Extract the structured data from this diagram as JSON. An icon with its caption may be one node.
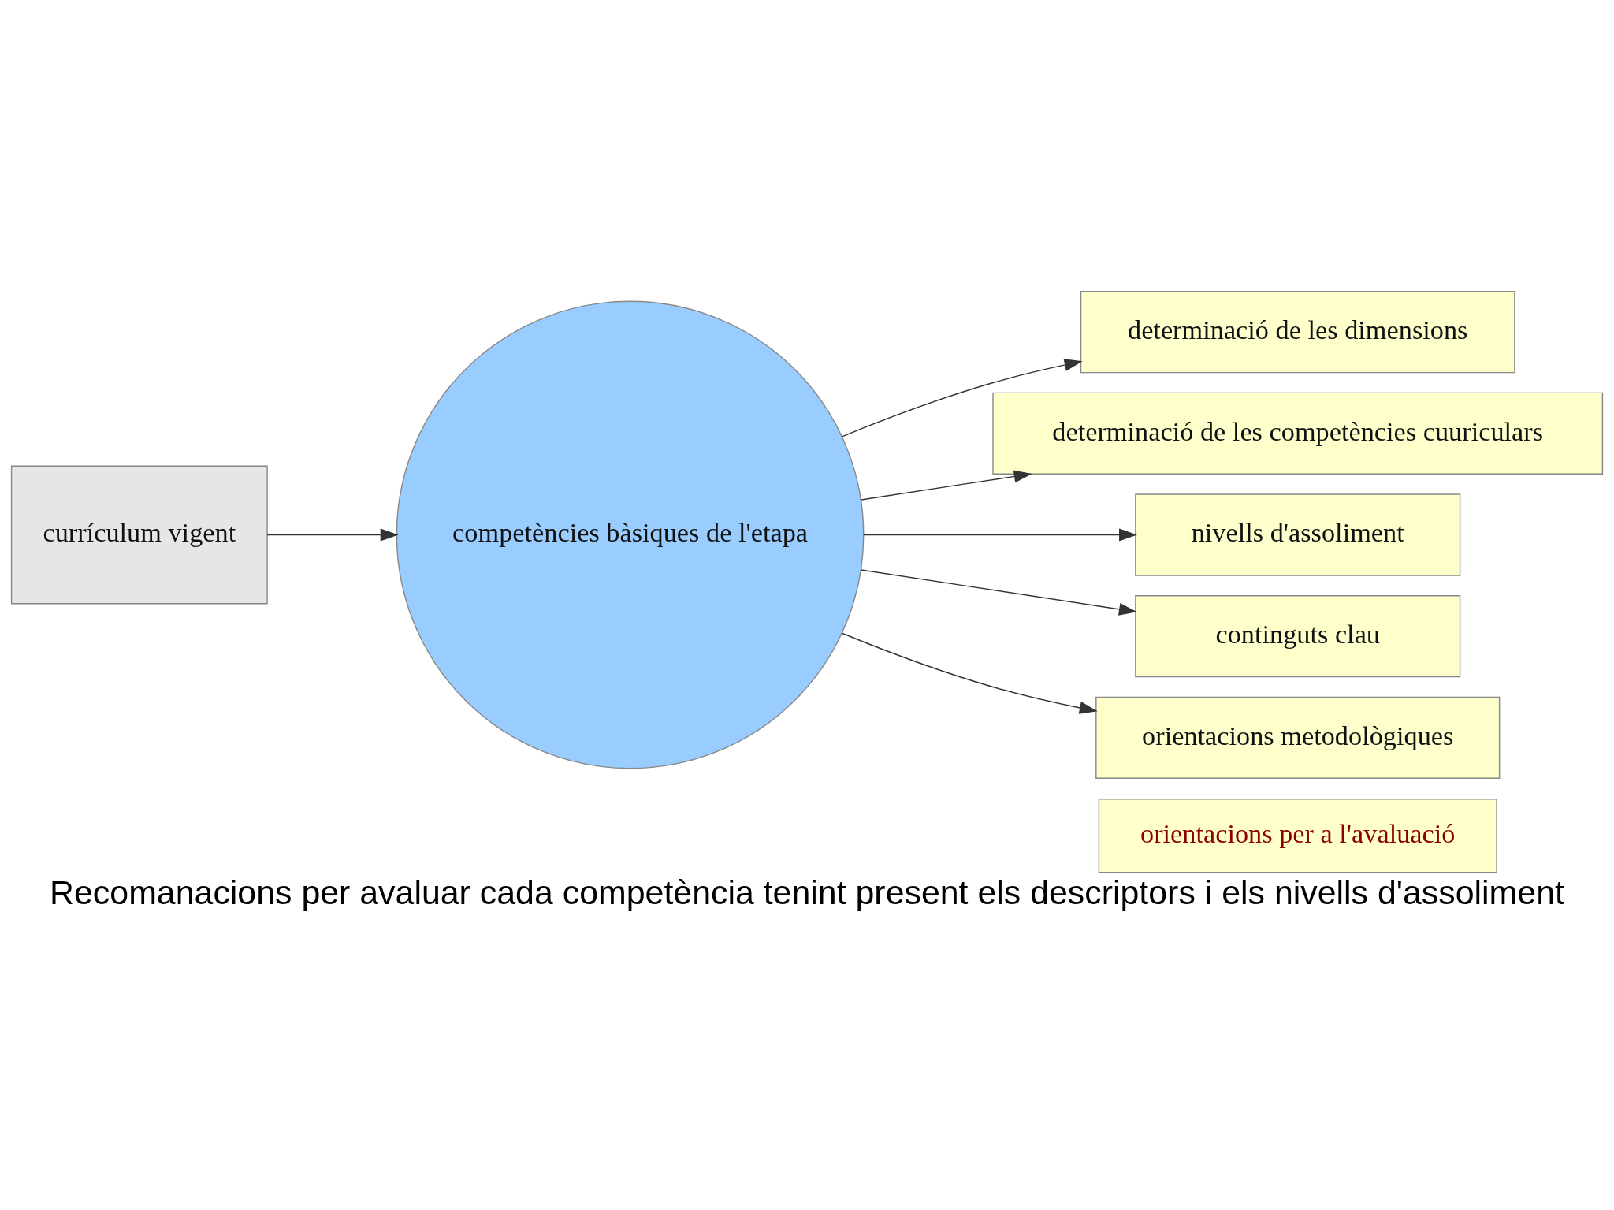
{
  "diagram": {
    "caption": "Recomanacions per avaluar cada competència tenint present els descriptors i els nivells d'assoliment",
    "nodes": [
      {
        "text": [
          "currículum vigent"
        ]
      },
      {
        "text": [
          "competències bàsiques de l'etapa"
        ]
      },
      {
        "text": [
          "determinació de les dimensions"
        ]
      },
      {
        "text": [
          "determinació de les competències cuuriculars"
        ]
      },
      {
        "text": [
          "nivells d'assoliment"
        ]
      },
      {
        "text": [
          "continguts clau"
        ]
      },
      {
        "text": [
          "orientacions metodològiques"
        ]
      },
      {
        "text": [
          "orientacions per a l'avaluació"
        ]
      }
    ],
    "edges": [
      {
        "from": 0,
        "to": 1,
        "arrow": "to"
      },
      {
        "from": 1,
        "to": 2,
        "arrow": "to"
      },
      {
        "from": 1,
        "to": 3,
        "arrow": "to"
      },
      {
        "from": 1,
        "to": 4,
        "arrow": "to"
      },
      {
        "from": 1,
        "to": 5,
        "arrow": "to"
      },
      {
        "from": 1,
        "to": 6,
        "arrow": "to"
      }
    ]
  }
}
